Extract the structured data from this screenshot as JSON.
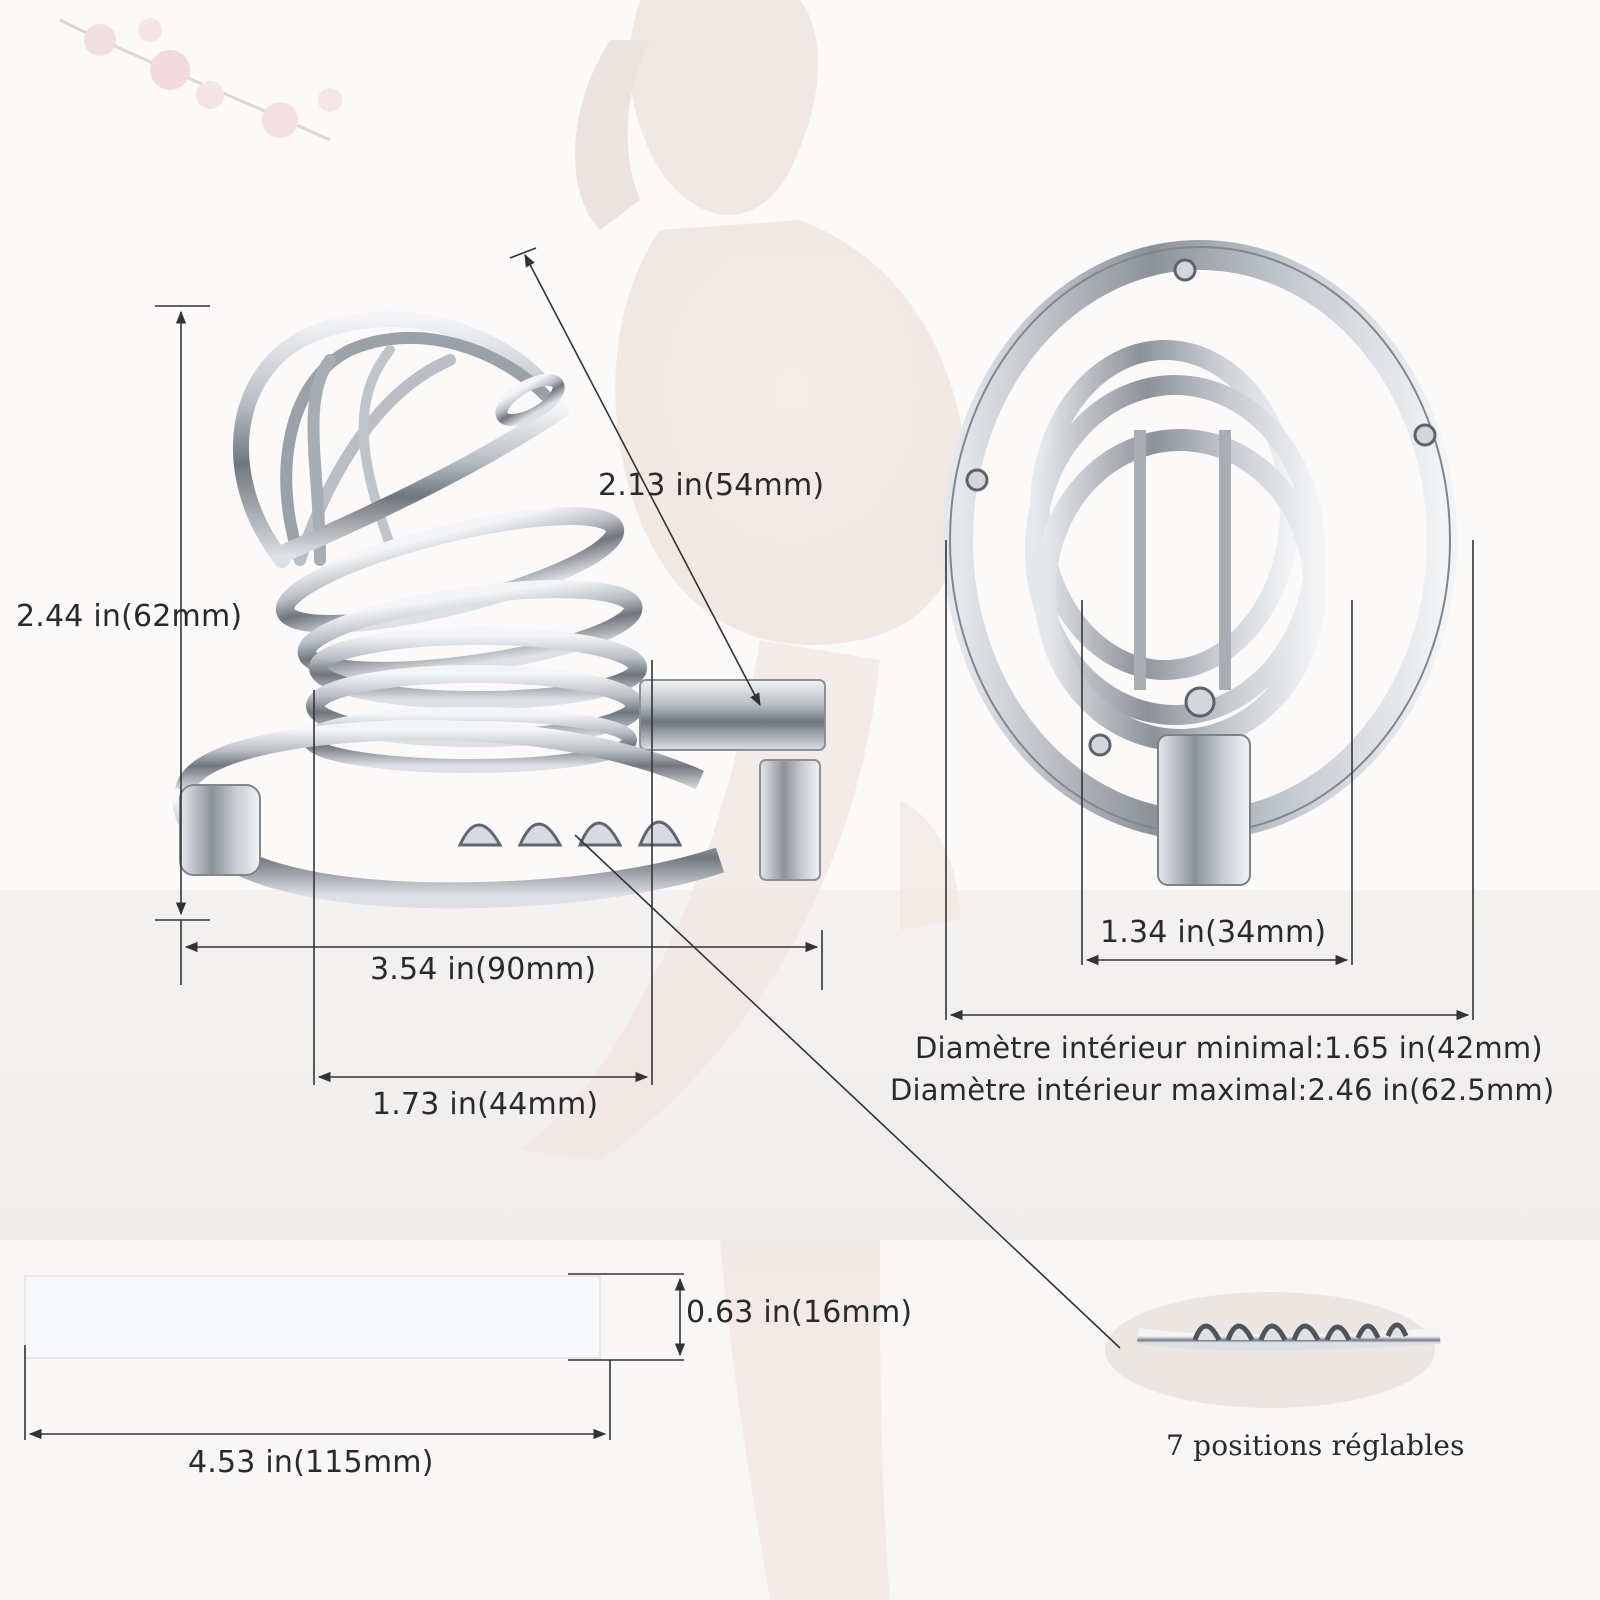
{
  "dimensions": {
    "cage_length": "2.13 in(54mm)",
    "total_height": "2.44 in(62mm)",
    "total_width": "3.54 in(90mm)",
    "cage_width": "1.73 in(44mm)",
    "ring_opening": "1.34 in(34mm)",
    "min_inner_diameter": "Diamètre intérieur minimal:1.65 in(42mm)",
    "max_inner_diameter": "Diamètre intérieur maximal:2.46 in(62.5mm)",
    "tube_height": "0.63 in(16mm)",
    "tube_length": "4.53 in(115mm)"
  },
  "adjust_note": "7 positions réglables",
  "colors": {
    "metal_dark": "#6f757c",
    "metal_mid": "#aeb4ba",
    "metal_light": "#eef1f4",
    "line": "#333333",
    "text": "#2a2a2a"
  }
}
